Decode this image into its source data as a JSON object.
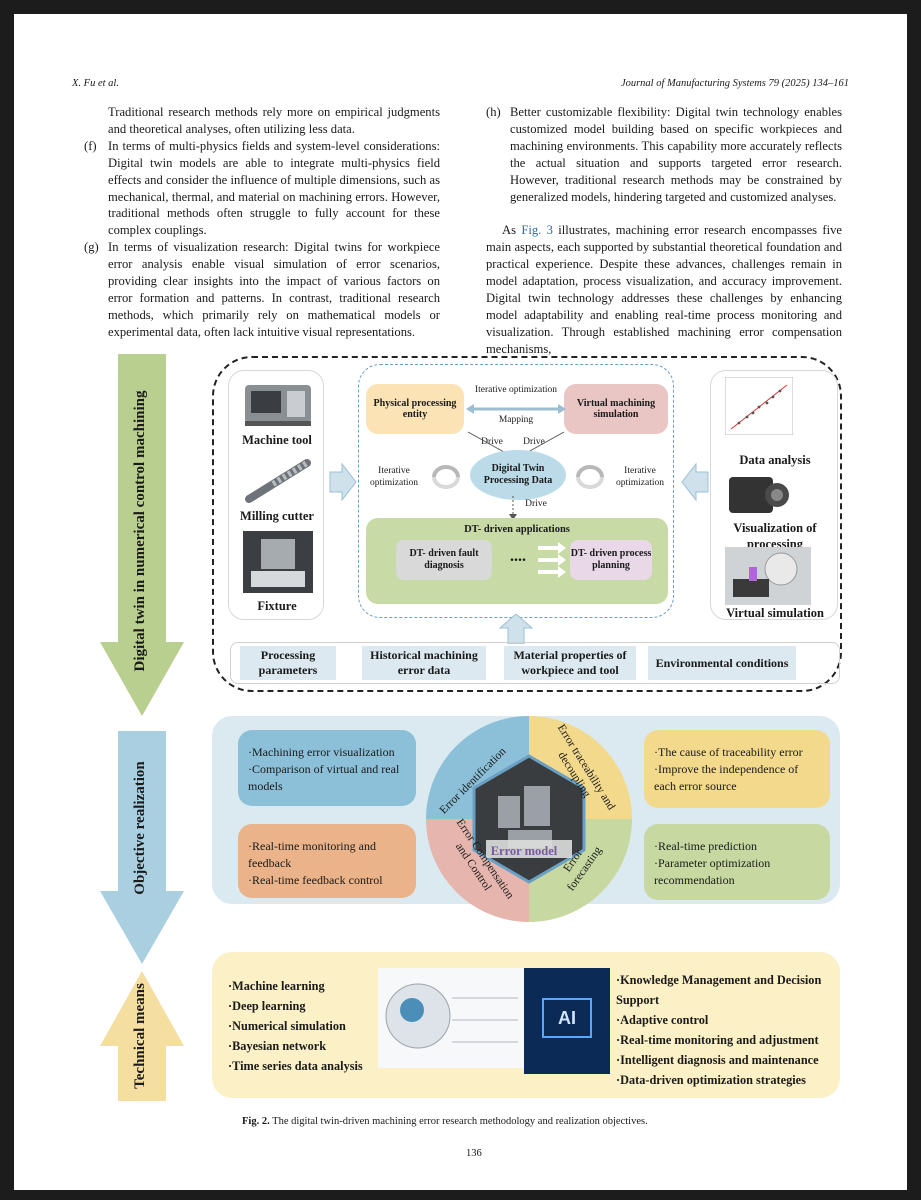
{
  "header": {
    "left": "X. Fu et al.",
    "right": "Journal of Manufacturing Systems 79 (2025) 134–161"
  },
  "left_column": {
    "intro": "Traditional research methods rely more on empirical judgments and theoretical analyses, often utilizing less data.",
    "items": [
      {
        "label": "(f)",
        "text": "In terms of multi-physics fields and system-level considerations: Digital twin models are able to integrate multi-physics field effects and consider the influence of multiple dimensions, such as mechanical, thermal, and material on machining errors. However, traditional methods often struggle to fully account for these complex couplings."
      },
      {
        "label": "(g)",
        "text": "In terms of visualization research: Digital twins for workpiece error analysis enable visual simulation of error scenarios, providing clear insights into the impact of various factors on error formation and patterns. In contrast, traditional research methods, which primarily rely on mathematical models or experimental data, often lack intuitive visual representations."
      }
    ]
  },
  "right_column": {
    "items": [
      {
        "label": "(h)",
        "text": "Better customizable flexibility: Digital twin technology enables customized model building based on specific workpieces and machining environments. This capability more accurately reflects the actual situation and supports targeted error research. However, traditional research methods may be constrained by generalized models, hindering targeted and customized analyses."
      }
    ],
    "para_prefix": "As ",
    "para_link": "Fig. 3",
    "para_rest": " illustrates, machining error research encompasses five main aspects, each supported by substantial theoretical foundation and practical experience. Despite these advances, challenges remain in model adaptation, process visualization, and accuracy improvement. Digital twin technology addresses these challenges by enhancing model adaptability and enabling real-time process monitoring and visualization. Through established machining error compensation mechanisms,"
  },
  "figure": {
    "arrows": {
      "dt": "Digital twin in numerical control machining",
      "objective": "Objective realization",
      "technical": "Technical means"
    },
    "left_items": [
      "Machine tool",
      "Milling cutter",
      "Fixture"
    ],
    "right_items": [
      "Data analysis",
      "Visualization of processing",
      "Virtual simulation"
    ],
    "center": {
      "physical": "Physical processing entity",
      "virtual": "Virtual machining simulation",
      "iterative_top": "Iterative optimization",
      "mapping": "Mapping",
      "drive_left": "Drive",
      "drive_right": "Drive",
      "core": "Digital Twin Processing Data",
      "iter_left": "Iterative optimization",
      "iter_right": "Iterative optimization",
      "drive_down": "Drive",
      "apps_title": "DT- driven applications",
      "app1": "DT- driven fault diagnosis",
      "dots": "....",
      "app2": "DT- driven process planning"
    },
    "bottom_inputs": [
      "Processing parameters",
      "Historical machining error data",
      "Material properties of workpiece and tool",
      "Environmental conditions"
    ],
    "objective": {
      "tl": [
        "·Machining error visualization",
        "·Comparison of virtual and real models"
      ],
      "bl": [
        "·Real-time monitoring and feedback",
        "·Real-time feedback control"
      ],
      "tr": [
        "·The cause of traceability error",
        "·Improve the independence of each error source"
      ],
      "br": [
        "·Real-time prediction",
        "·Parameter optimization recommendation"
      ],
      "q1": "Error identification",
      "q2": "Error traceability and decoupling",
      "q3": "Error Compensation and Control",
      "q4": "Error forecasting",
      "model": "Error model"
    },
    "technical": {
      "left": [
        "·Machine learning",
        "·Deep learning",
        "·Numerical simulation",
        "·Bayesian network",
        "·Time series data analysis"
      ],
      "ai": "AI",
      "right": [
        "·Knowledge Management and Decision Support",
        "·Adaptive control",
        "·Real-time monitoring and adjustment",
        "·Intelligent diagnosis and maintenance",
        "·Data-driven optimization strategies"
      ]
    },
    "colors": {
      "green_arrow": "#b9cf8f",
      "blue_arrow": "#a9cfe0",
      "yellow_arrow": "#f4dea0",
      "q_blue": "#8cc0d8",
      "q_yellow": "#f3d98c",
      "q_pink": "#e6b6ae",
      "q_green": "#c7d9a0"
    }
  },
  "caption": {
    "label": "Fig. 2.",
    "text": "The digital twin-driven machining error research methodology and realization objectives."
  },
  "page_number": "136"
}
